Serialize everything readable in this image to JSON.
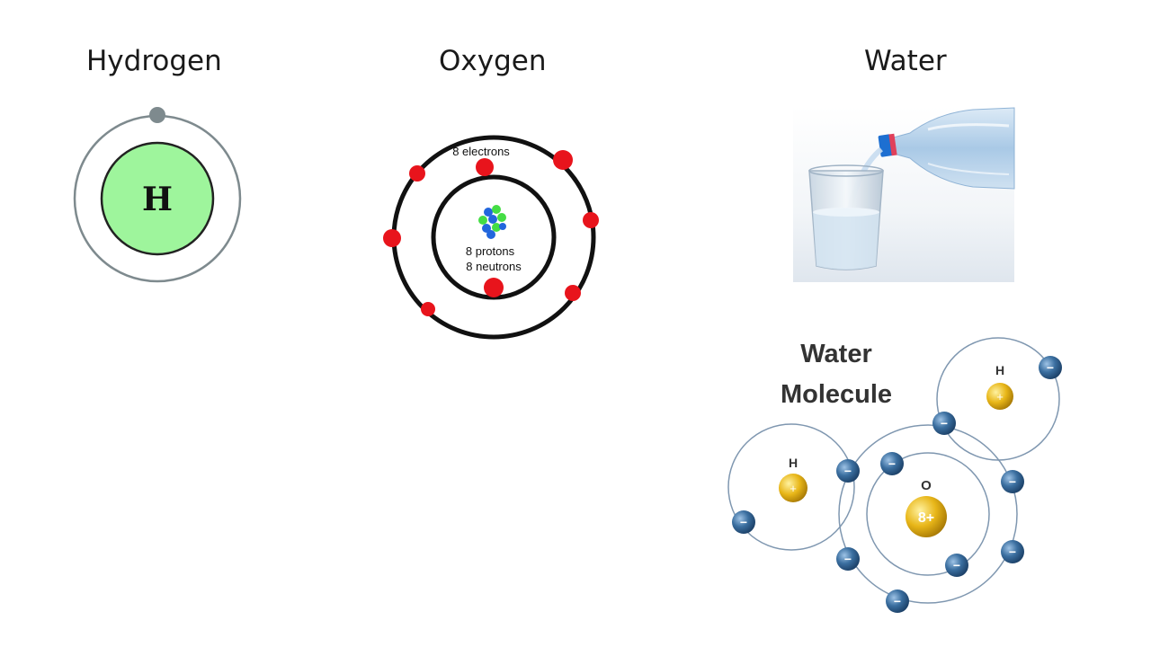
{
  "headings": {
    "hydrogen": "Hydrogen",
    "oxygen": "Oxygen",
    "water": "Water"
  },
  "hydrogen_atom": {
    "symbol": "H"
  },
  "oxygen_atom": {
    "electrons_label": "8 electrons",
    "protons_label": "8 protons",
    "neutrons_label": "8 neutrons"
  },
  "water_molecule": {
    "title_line1": "Water",
    "title_line2": "Molecule",
    "hydrogen_symbol": "H",
    "oxygen_symbol": "O",
    "proton_charge": "+",
    "oxygen_charge": "8+",
    "electron_sign": "−"
  },
  "colors": {
    "hydrogen_nucleus": "#9ef59c",
    "oxygen_electron": "#e8141c",
    "molecule_electron": "#2f5f8c",
    "molecule_nucleus": "#e8b618"
  }
}
